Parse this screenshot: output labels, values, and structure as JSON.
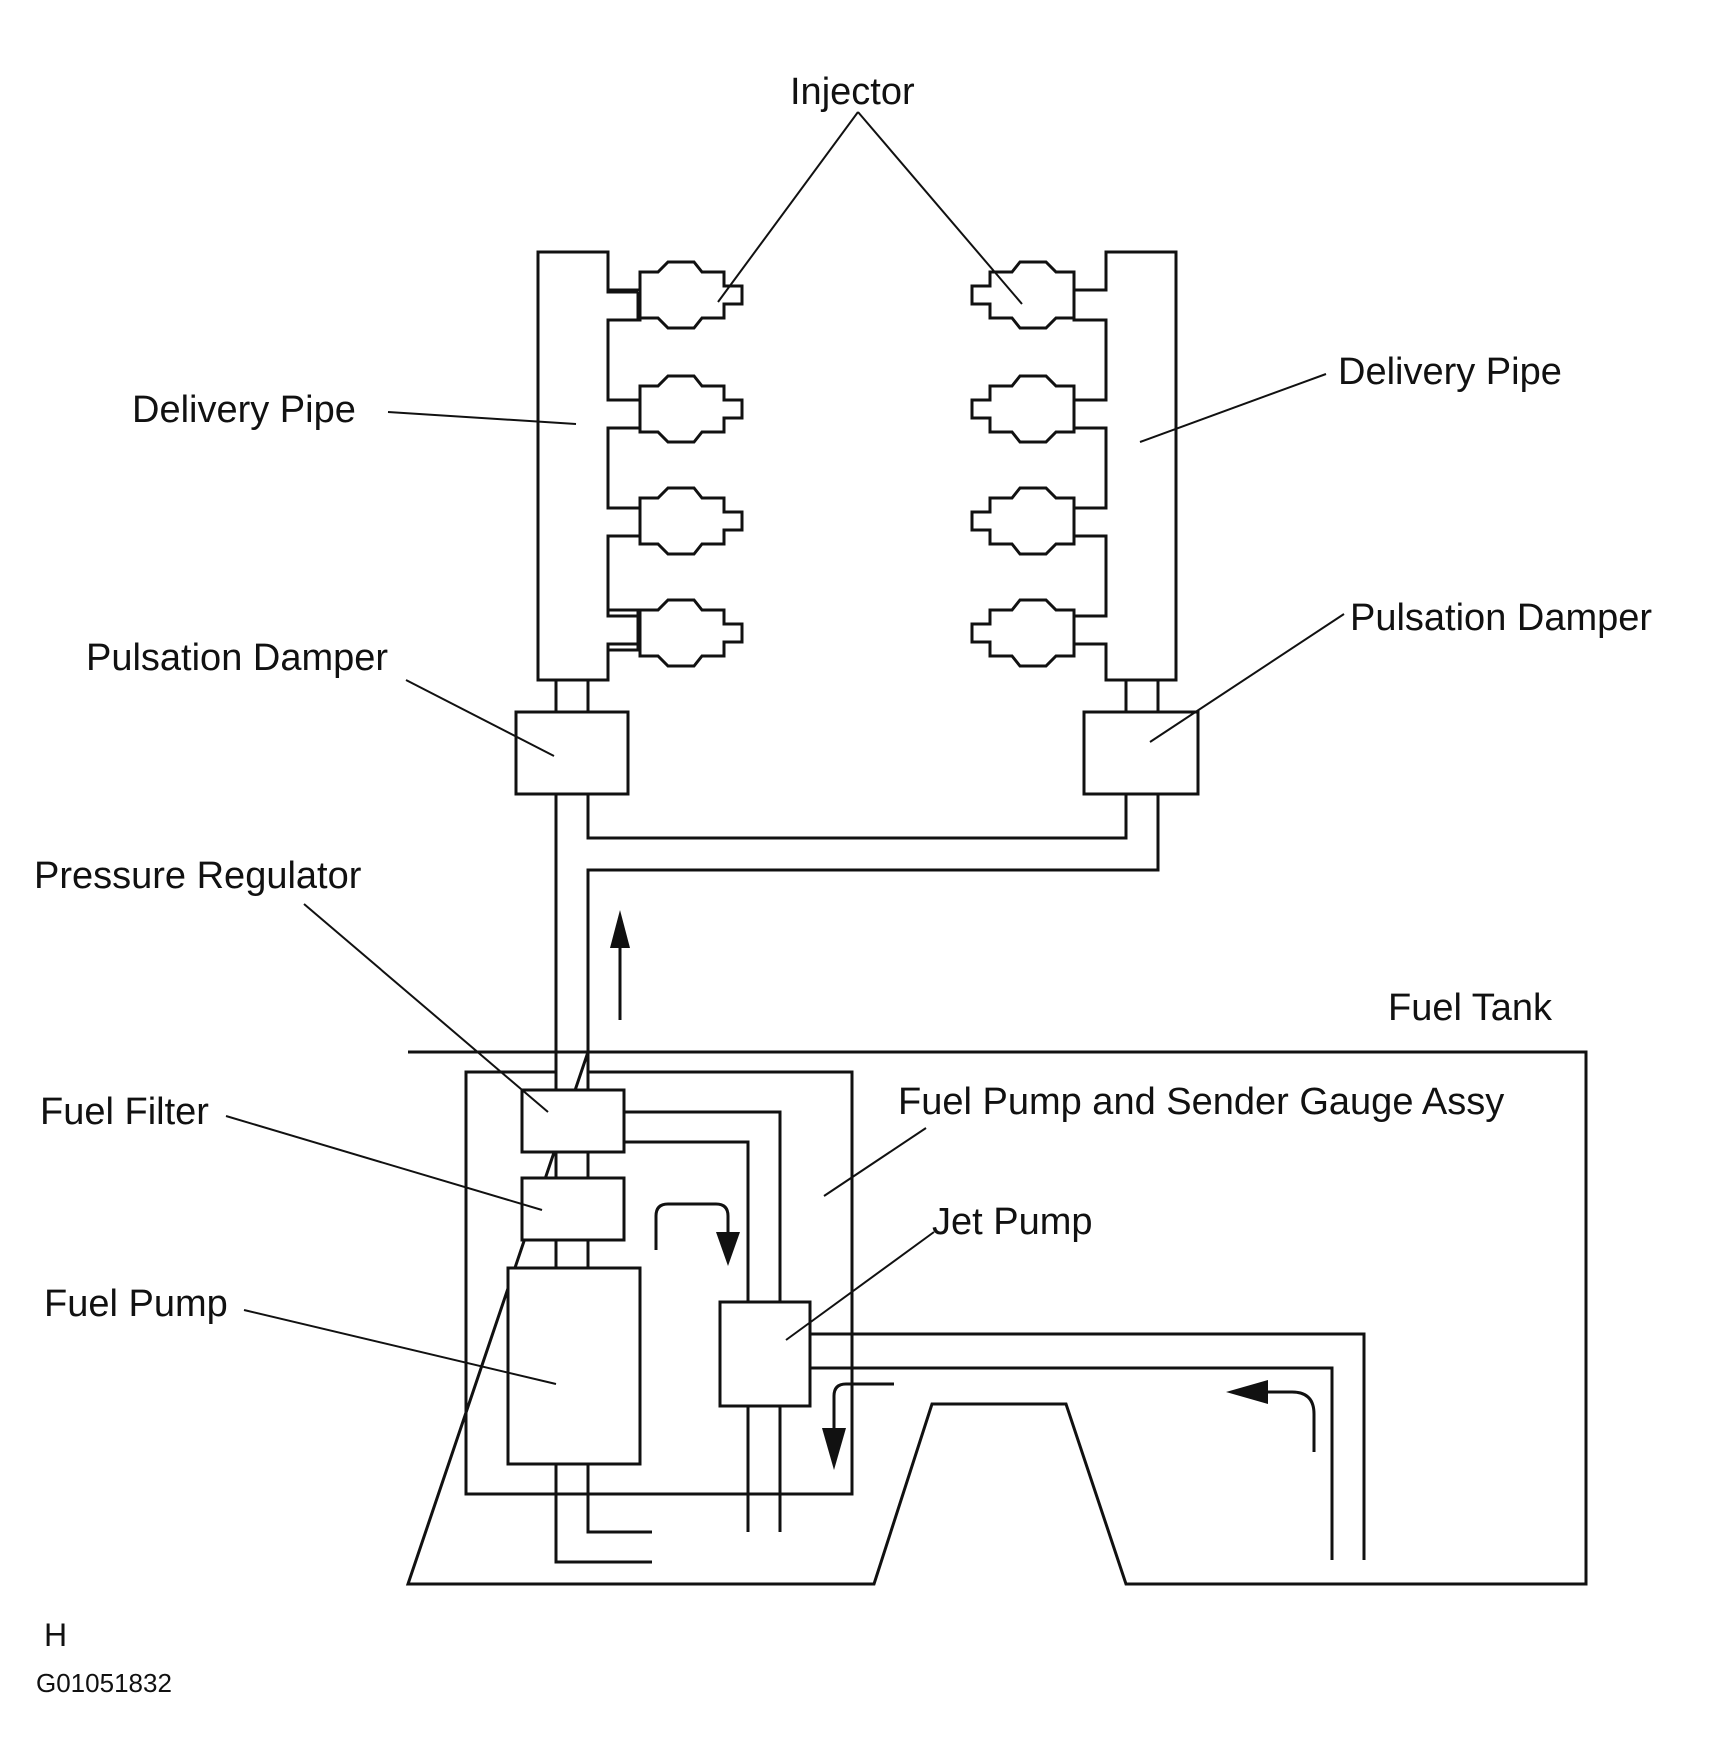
{
  "labels": {
    "injector": "Injector",
    "delivery_pipe_left": "Delivery Pipe",
    "delivery_pipe_right": "Delivery Pipe",
    "pulsation_damper_left": "Pulsation Damper",
    "pulsation_damper_right": "Pulsation Damper",
    "pressure_regulator": "Pressure Regulator",
    "fuel_tank": "Fuel Tank",
    "fuel_pump_assy": "Fuel Pump and Sender Gauge Assy",
    "fuel_filter": "Fuel Filter",
    "jet_pump": "Jet Pump",
    "fuel_pump": "Fuel Pump"
  },
  "footer": {
    "corner_mark": "H",
    "figure_code": "G01051832"
  }
}
